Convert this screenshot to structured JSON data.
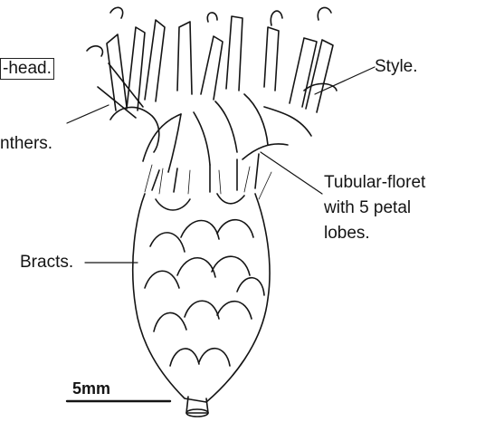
{
  "labels": {
    "head": "-head.",
    "style": "Style.",
    "anthers": "nthers.",
    "tubular_line1": "Tubular-floret",
    "tubular_line2": "with 5 petal",
    "tubular_line3": "lobes.",
    "bracts": "Bracts."
  },
  "scale_bar": {
    "label": "5mm"
  },
  "colors": {
    "ink": "#141414",
    "background": "#ffffff"
  }
}
